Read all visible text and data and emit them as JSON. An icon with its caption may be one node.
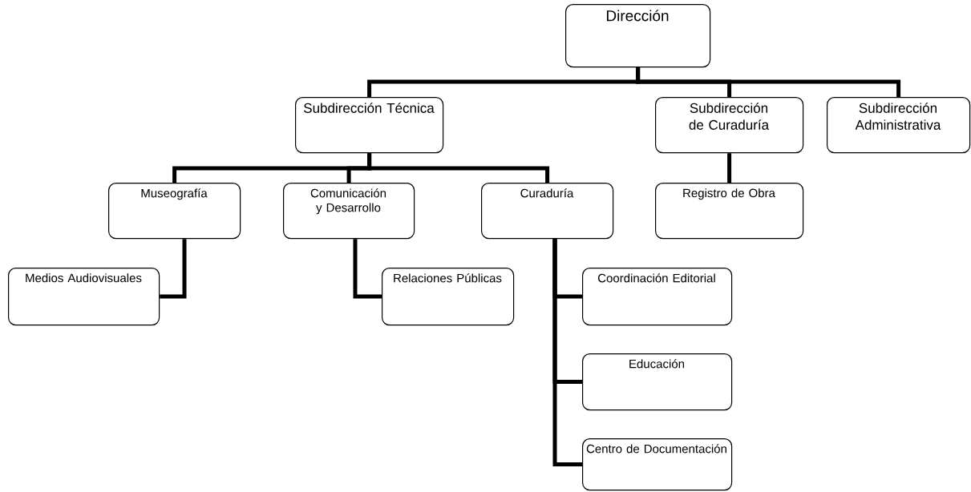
{
  "diagram": {
    "nodes": [
      {
        "text": [
          "Dirección"
        ]
      },
      {
        "text": [
          "Subdirección Técnica"
        ]
      },
      {
        "text": [
          "Subdirección de Curaduría"
        ]
      },
      {
        "text": [
          "Subdirección Administrativa"
        ]
      },
      {
        "text": [
          "Museografía"
        ]
      },
      {
        "text": [
          "Comunicación y Desarrollo"
        ]
      },
      {
        "text": [
          "Curaduría"
        ]
      },
      {
        "text": [
          "Registro de Obra"
        ]
      },
      {
        "text": [
          "Medios Audiovisuales"
        ]
      },
      {
        "text": [
          "Relaciones Públicas"
        ]
      },
      {
        "text": [
          "Coordinación Editorial"
        ]
      },
      {
        "text": [
          "Educación"
        ]
      },
      {
        "text": [
          "Centro de Documentación"
        ]
      }
    ],
    "edges": [
      {
        "from": 0,
        "to": 1,
        "arrow": "none"
      },
      {
        "from": 0,
        "to": 2,
        "arrow": "none"
      },
      {
        "from": 0,
        "to": 3,
        "arrow": "none"
      },
      {
        "from": 1,
        "to": 4,
        "arrow": "none"
      },
      {
        "from": 1,
        "to": 5,
        "arrow": "none"
      },
      {
        "from": 1,
        "to": 6,
        "arrow": "none"
      },
      {
        "from": 2,
        "to": 7,
        "arrow": "none"
      },
      {
        "from": 4,
        "to": 8,
        "arrow": "none"
      },
      {
        "from": 5,
        "to": 9,
        "arrow": "none"
      },
      {
        "from": 6,
        "to": 10,
        "arrow": "none"
      },
      {
        "from": 6,
        "to": 11,
        "arrow": "none"
      },
      {
        "from": 6,
        "to": 12,
        "arrow": "none"
      }
    ]
  }
}
